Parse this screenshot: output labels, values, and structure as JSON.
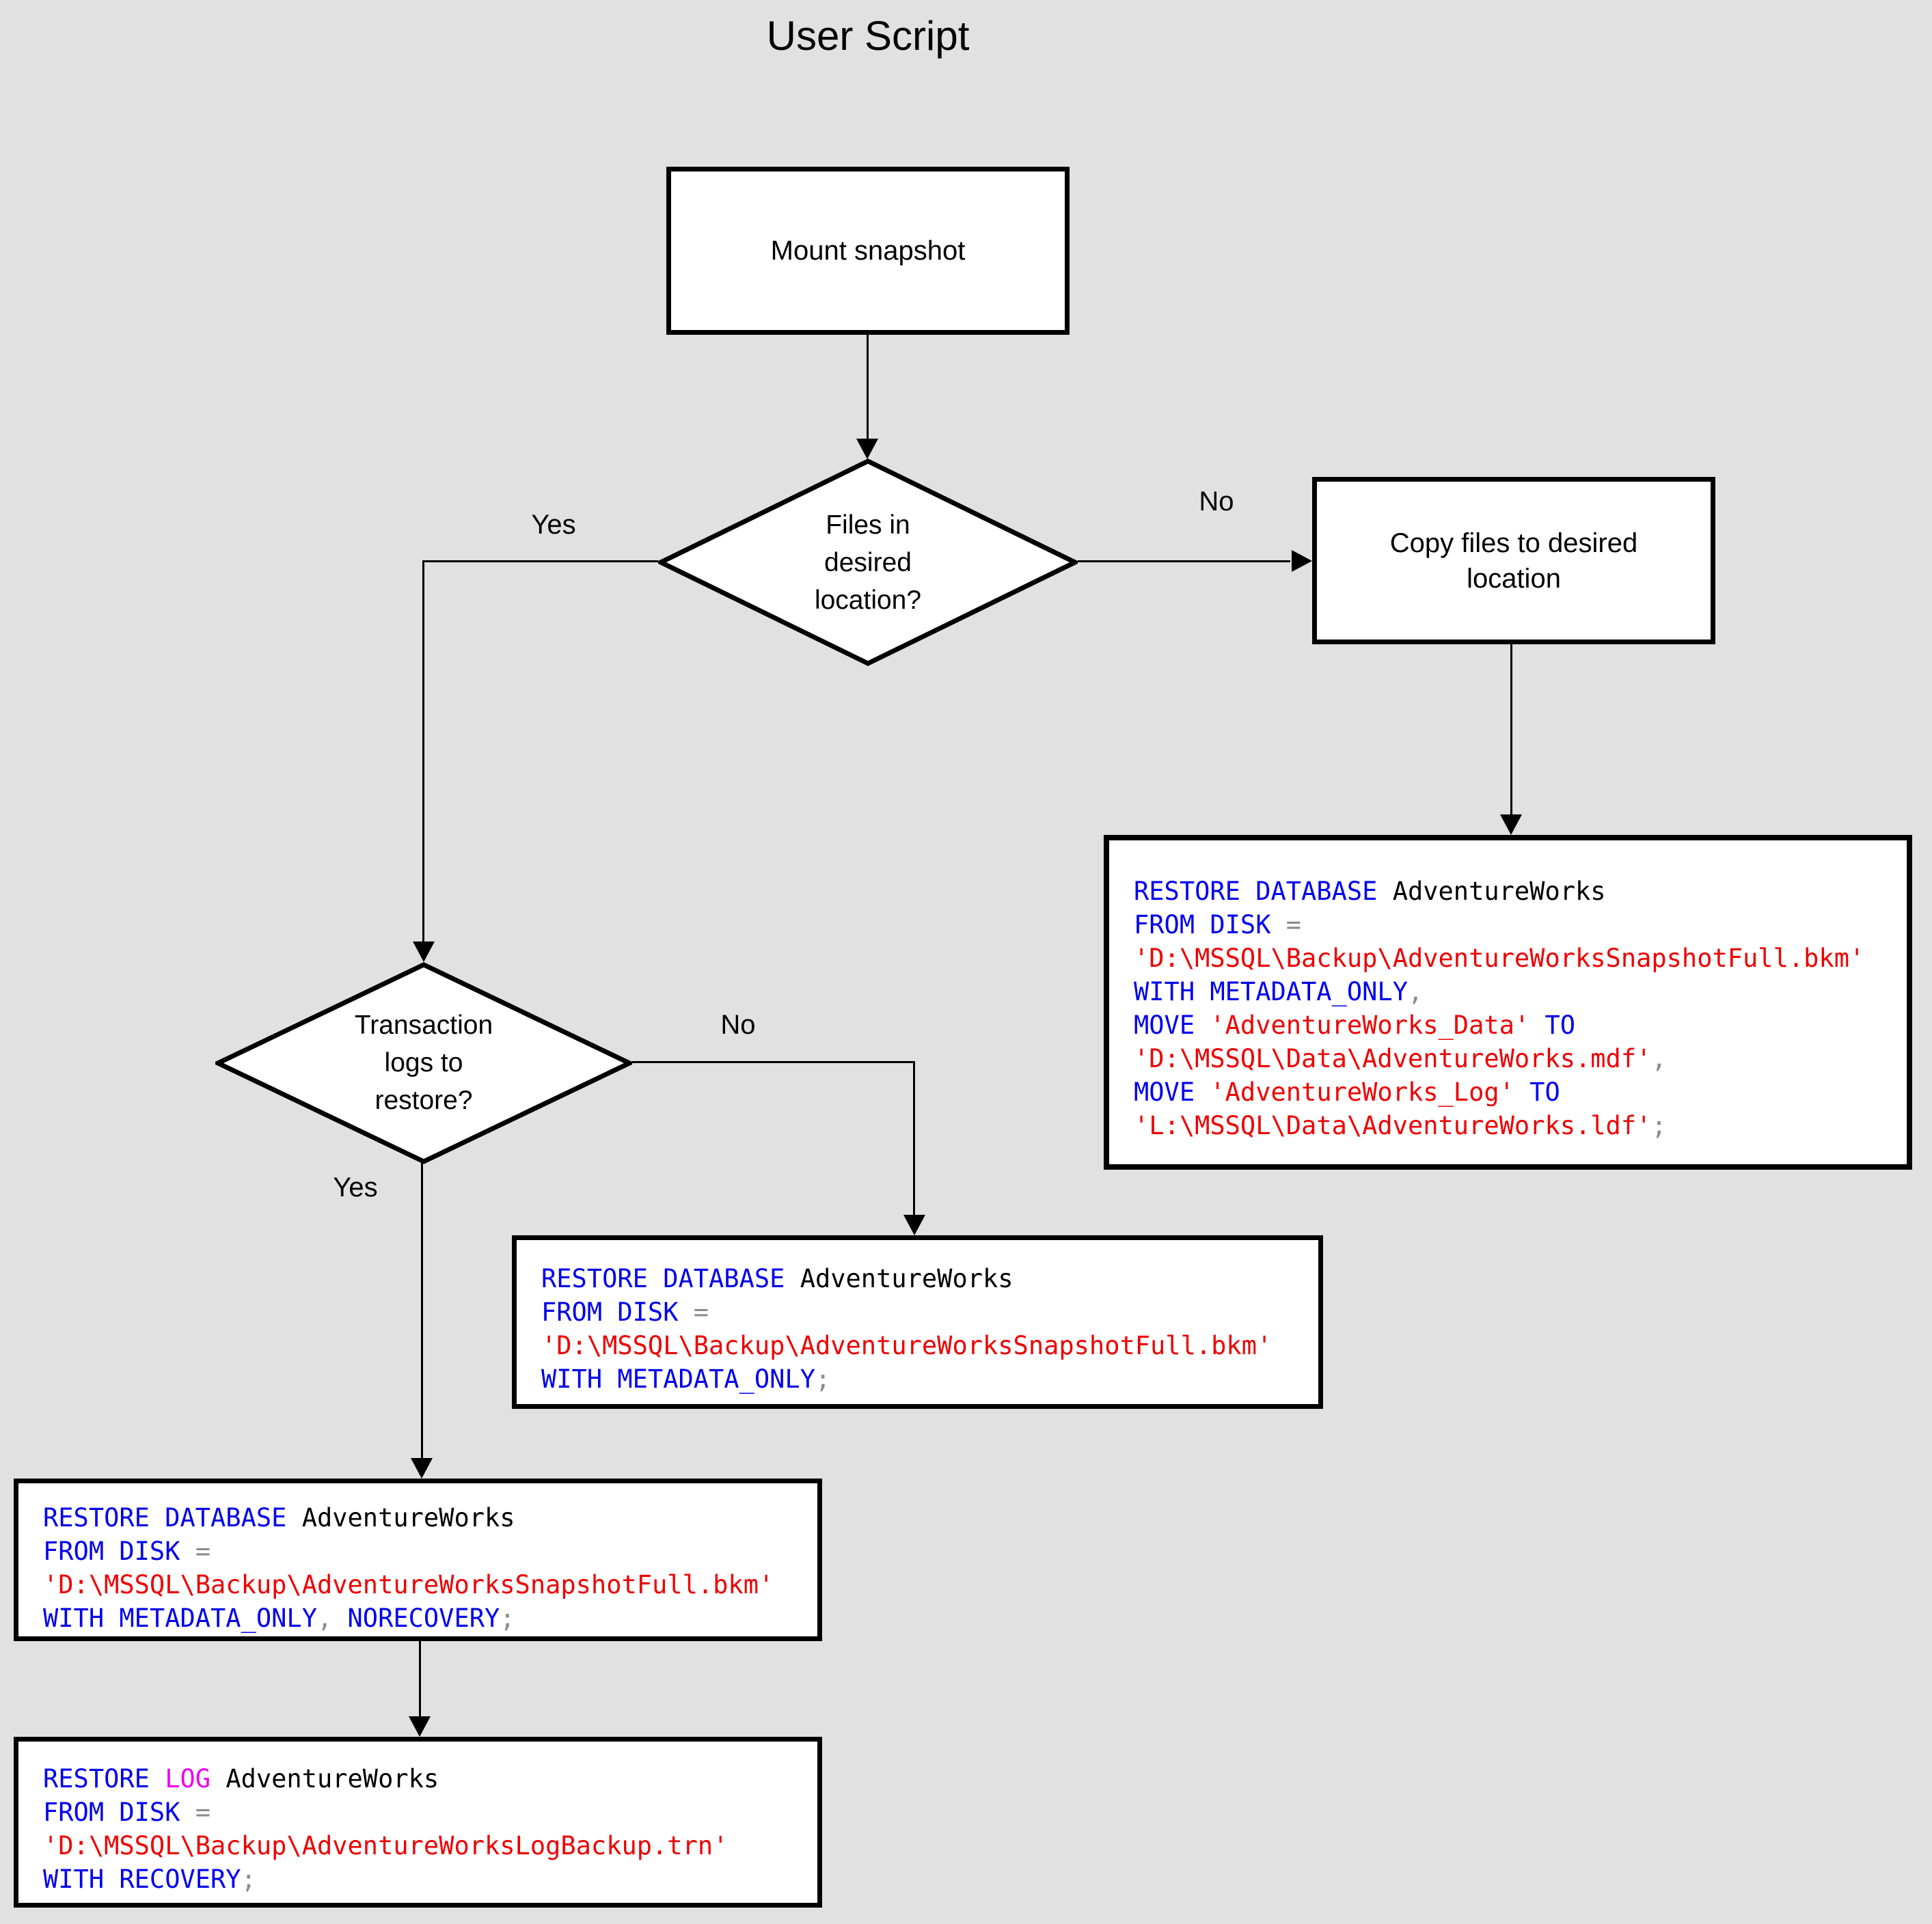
{
  "title": "User Script",
  "background": "#e1e1e1",
  "colors": {
    "kw": "#0000ee",
    "str": "#ee0000",
    "op": "#8c8c8c",
    "mg": "#ee00ee",
    "tx": "#000000",
    "line": "#000000",
    "node_fill": "#ffffff"
  },
  "nodes": {
    "mount": {
      "label": "Mount snapshot"
    },
    "decision_files": {
      "line1": "Files in",
      "line2": "desired",
      "line3": "location?"
    },
    "copy": {
      "line1": "Copy files to desired",
      "line2": "location"
    },
    "decision_logs": {
      "line1": "Transaction",
      "line2": "logs to",
      "line3": "restore?"
    }
  },
  "edge_labels": {
    "files_yes": "Yes",
    "files_no": "No",
    "logs_yes": "Yes",
    "logs_no": "No"
  },
  "code_boxes": {
    "copy_restore": {
      "lines": [
        [
          {
            "t": "RESTORE DATABASE",
            "c": "kw"
          },
          {
            "t": " AdventureWorks",
            "c": "tx"
          }
        ],
        [
          {
            "t": "FROM DISK",
            "c": "kw"
          },
          {
            "t": " =",
            "c": "op"
          }
        ],
        [
          {
            "t": "'D:\\MSSQL\\Backup\\AdventureWorksSnapshotFull.bkm'",
            "c": "str"
          }
        ],
        [
          {
            "t": "WITH METADATA_ONLY",
            "c": "kw"
          },
          {
            "t": ",",
            "c": "op"
          }
        ],
        [
          {
            "t": "MOVE",
            "c": "kw"
          },
          {
            "t": " 'AdventureWorks_Data'",
            "c": "str"
          },
          {
            "t": " TO",
            "c": "kw"
          }
        ],
        [
          {
            "t": "'D:\\MSSQL\\Data\\AdventureWorks.mdf'",
            "c": "str"
          },
          {
            "t": ",",
            "c": "op"
          }
        ],
        [
          {
            "t": "MOVE",
            "c": "kw"
          },
          {
            "t": " 'AdventureWorks_Log'",
            "c": "str"
          },
          {
            "t": " TO",
            "c": "kw"
          }
        ],
        [
          {
            "t": "'L:\\MSSQL\\Data\\AdventureWorks.ldf'",
            "c": "str"
          },
          {
            "t": ";",
            "c": "op"
          }
        ]
      ]
    },
    "no_logs_restore": {
      "lines": [
        [
          {
            "t": "RESTORE DATABASE",
            "c": "kw"
          },
          {
            "t": " AdventureWorks",
            "c": "tx"
          }
        ],
        [
          {
            "t": "FROM DISK",
            "c": "kw"
          },
          {
            "t": " =",
            "c": "op"
          }
        ],
        [
          {
            "t": "'D:\\MSSQL\\Backup\\AdventureWorksSnapshotFull.bkm'",
            "c": "str"
          }
        ],
        [
          {
            "t": "WITH METADATA_ONLY",
            "c": "kw"
          },
          {
            "t": ";",
            "c": "op"
          }
        ]
      ]
    },
    "yes_logs_restore": {
      "lines": [
        [
          {
            "t": "RESTORE DATABASE",
            "c": "kw"
          },
          {
            "t": " AdventureWorks",
            "c": "tx"
          }
        ],
        [
          {
            "t": "FROM DISK",
            "c": "kw"
          },
          {
            "t": " =",
            "c": "op"
          }
        ],
        [
          {
            "t": "'D:\\MSSQL\\Backup\\AdventureWorksSnapshotFull.bkm'",
            "c": "str"
          }
        ],
        [
          {
            "t": "WITH METADATA_ONLY",
            "c": "kw"
          },
          {
            "t": ", ",
            "c": "op"
          },
          {
            "t": "NORECOVERY",
            "c": "kw"
          },
          {
            "t": ";",
            "c": "op"
          }
        ]
      ]
    },
    "restore_log": {
      "lines": [
        [
          {
            "t": "RESTORE ",
            "c": "kw"
          },
          {
            "t": "LOG",
            "c": "mg"
          },
          {
            "t": " AdventureWorks",
            "c": "tx"
          }
        ],
        [
          {
            "t": "FROM DISK",
            "c": "kw"
          },
          {
            "t": " =",
            "c": "op"
          }
        ],
        [
          {
            "t": "'D:\\MSSQL\\Backup\\AdventureWorksLogBackup.trn'",
            "c": "str"
          }
        ],
        [
          {
            "t": "WITH RECOVERY",
            "c": "kw"
          },
          {
            "t": ";",
            "c": "op"
          }
        ]
      ]
    }
  }
}
